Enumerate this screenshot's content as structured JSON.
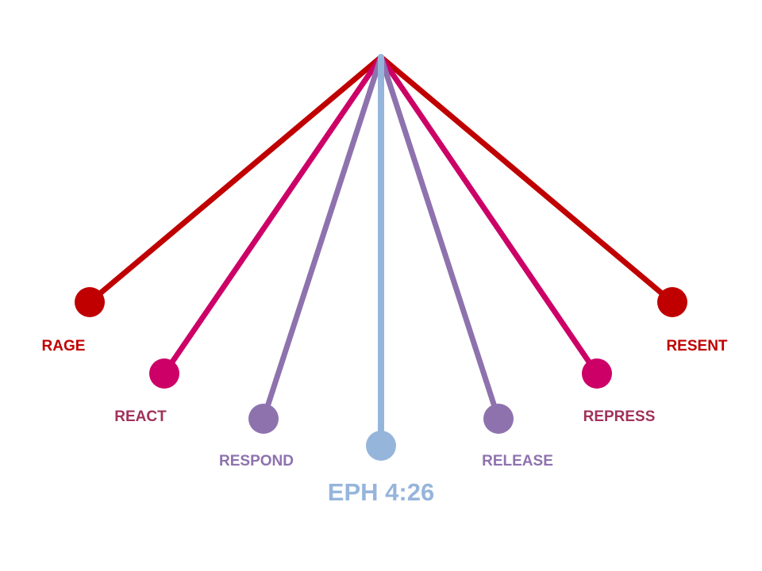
{
  "colors": {
    "red": "#c00000",
    "magenta": "#cc0066",
    "purple": "#8e72ae",
    "blue": "#96b5db",
    "label_red": "#c00000",
    "label_magenta": "#a0325a",
    "label_purple": "#8e72ae",
    "label_blue": "#96b5db"
  },
  "nodes": [
    {
      "id": "rage",
      "label": "RAGE",
      "color": "red"
    },
    {
      "id": "react",
      "label": "REACT",
      "color": "magenta"
    },
    {
      "id": "respond",
      "label": "RESPOND",
      "color": "purple"
    },
    {
      "id": "center",
      "label": "EPH 4:26",
      "color": "blue"
    },
    {
      "id": "release",
      "label": "RELEASE",
      "color": "purple"
    },
    {
      "id": "repress",
      "label": "REPRESS",
      "color": "magenta"
    },
    {
      "id": "resent",
      "label": "RESENT",
      "color": "red"
    }
  ]
}
